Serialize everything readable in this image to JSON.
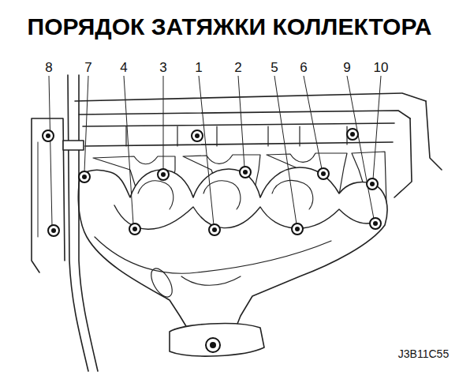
{
  "diagram": {
    "title": "ПОРЯДОК ЗАТЯЖКИ КОЛЛЕКТОРА",
    "labels": [
      "8",
      "7",
      "4",
      "3",
      "1",
      "2",
      "5",
      "6",
      "9",
      "10",
      "J3B11C55"
    ]
  }
}
